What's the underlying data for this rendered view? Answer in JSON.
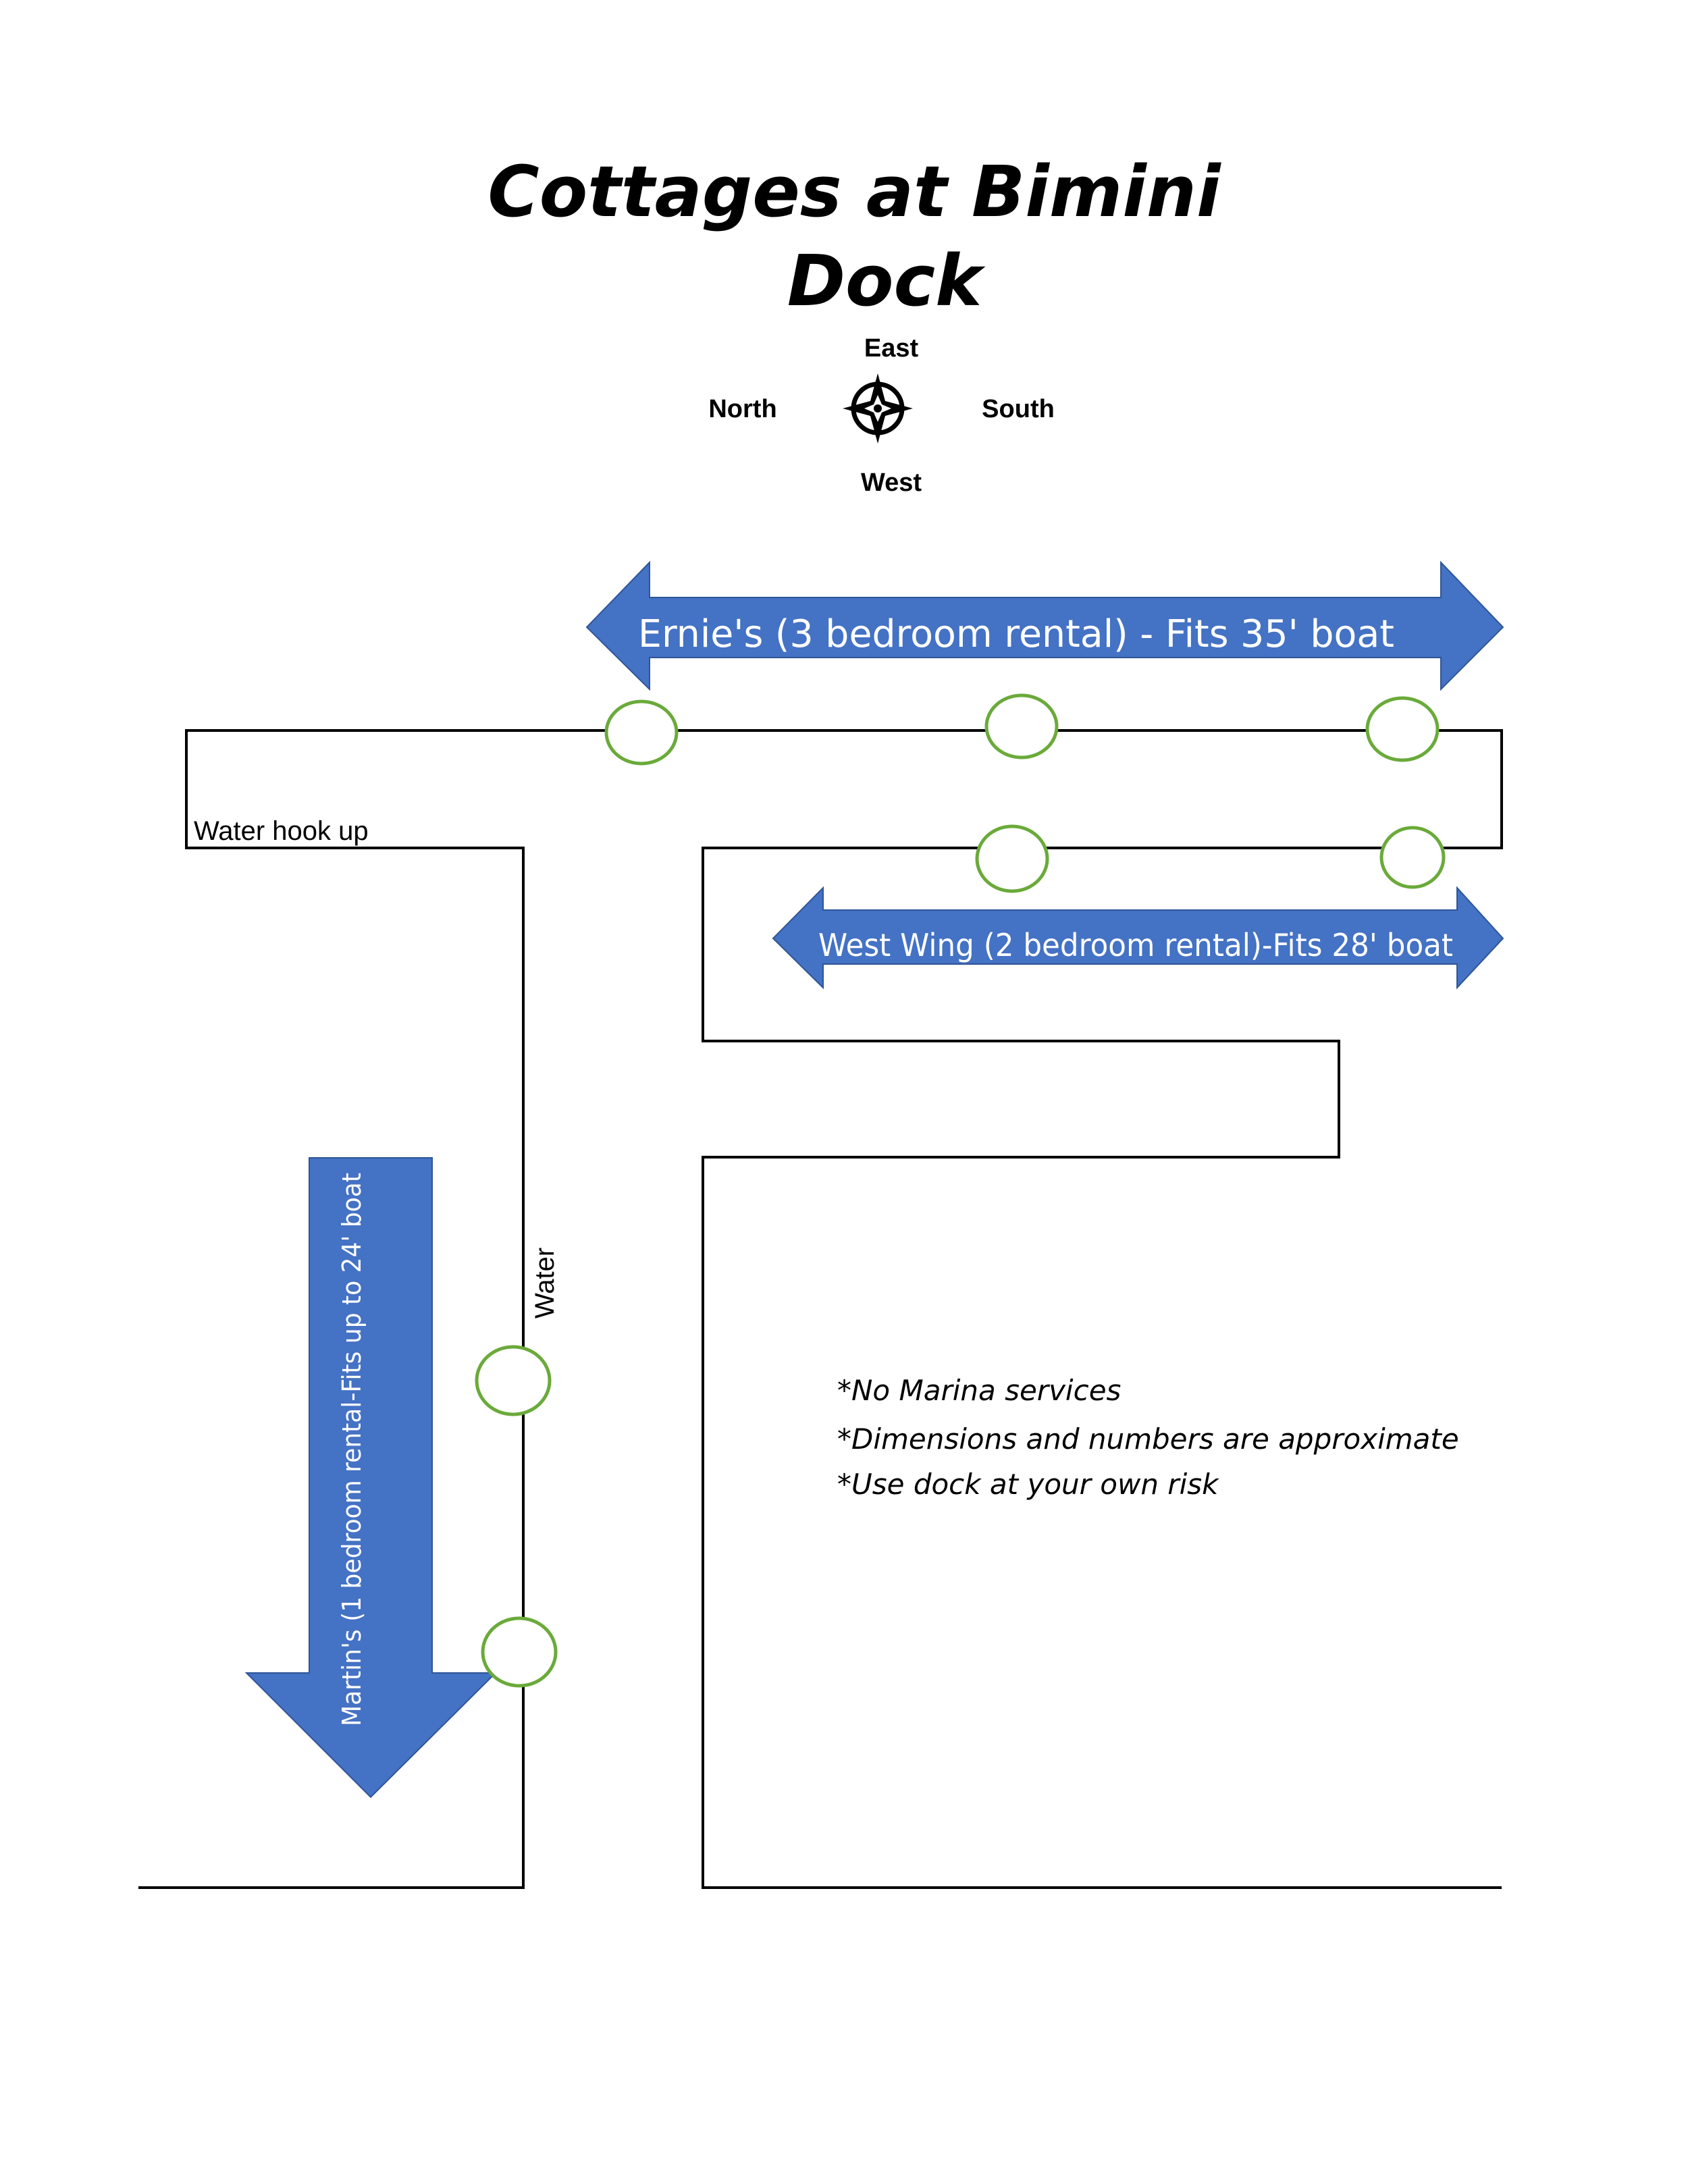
{
  "title": {
    "line1": "Cottages at Bimini",
    "line2": "Dock"
  },
  "compass": {
    "top": "East",
    "left": "North",
    "right": "South",
    "bottom": "West",
    "icon": "compass-rose-icon"
  },
  "arrows": {
    "ernies": "Ernie's (3 bedroom rental) - Fits 35' boat",
    "west_wing": "West Wing (2 bedroom rental)-Fits 28' boat",
    "martins": "Martin's (1 bedroom rental-Fits up to 24' boat"
  },
  "labels": {
    "water_hook_up": "Water hook up",
    "water": "Water"
  },
  "notes": [
    "*No Marina services",
    "*Dimensions and numbers are approximate",
    "*Use dock at your own risk"
  ],
  "colors": {
    "arrow_fill": "#4472c4",
    "post_outline": "#6aaa3a"
  }
}
